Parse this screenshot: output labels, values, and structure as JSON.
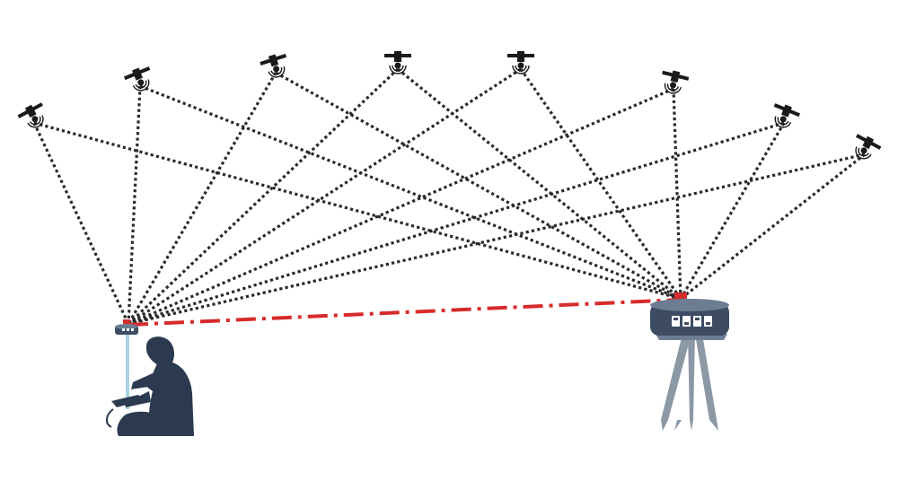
{
  "scene": {
    "description_free": true,
    "colors": {
      "background": "#ffffff",
      "signal_line": "#2a2a2a",
      "baseline": "#d62b2b",
      "satellite_body": "#1a1a1a",
      "satellite_panel": "#1a1a1a",
      "surveyor": "#2b3a4f",
      "receiver_body": "#3d4c63",
      "receiver_top": "#6b7c93",
      "tripod": "#8b98a6",
      "pole": "#a8d3e0",
      "rover_led": "#d62b2b"
    },
    "satellites": [
      {
        "id": "sat-1",
        "icon": "satellite-icon"
      },
      {
        "id": "sat-2",
        "icon": "satellite-icon"
      },
      {
        "id": "sat-3",
        "icon": "satellite-icon"
      },
      {
        "id": "sat-4",
        "icon": "satellite-icon"
      },
      {
        "id": "sat-5",
        "icon": "satellite-icon"
      },
      {
        "id": "sat-6",
        "icon": "satellite-icon"
      },
      {
        "id": "sat-7",
        "icon": "satellite-icon"
      },
      {
        "id": "sat-8",
        "icon": "satellite-icon"
      }
    ],
    "rover": {
      "icon": "rover-receiver-icon"
    },
    "base_station": {
      "icon": "base-station-receiver-icon"
    },
    "surveyor": {
      "icon": "surveyor-figure-icon"
    }
  }
}
